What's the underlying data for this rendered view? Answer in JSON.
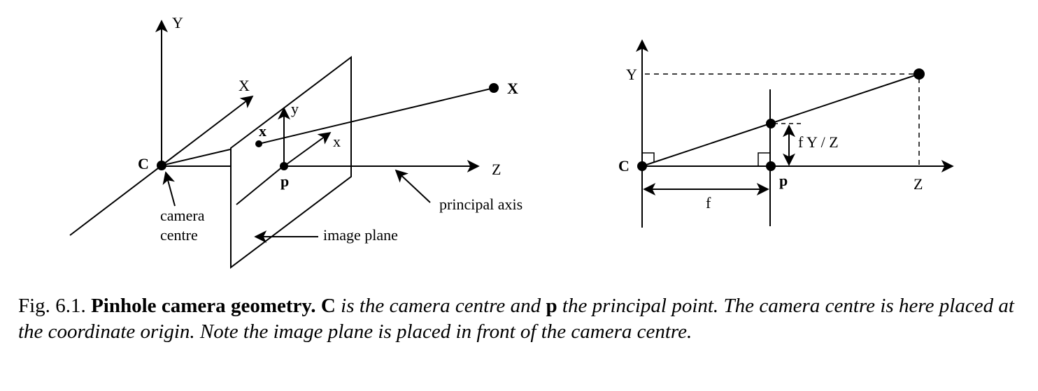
{
  "left_diagram": {
    "axis_Y": "Y",
    "axis_X": "X",
    "axis_Z": "Z",
    "camera_centre_point": "C",
    "camera_centre_label_line1": "camera",
    "camera_centre_label_line2": "centre",
    "image_point": "x",
    "image_axis_y": "y",
    "image_axis_x": "x",
    "principal_point": "p",
    "world_point": "X",
    "principal_axis_label": "principal axis",
    "image_plane_label": "image plane"
  },
  "right_diagram": {
    "axis_Y": "Y",
    "axis_Z": "Z",
    "camera_centre_point": "C",
    "principal_point": "p",
    "focal_length": "f",
    "projection_formula": "f Y / Z"
  },
  "caption": {
    "fig_number": "Fig. 6.1.",
    "title": "Pinhole camera geometry.",
    "symbol_C": "C",
    "text_1": "is the camera centre and",
    "symbol_p": "p",
    "text_2": "the principal point. The camera centre is here placed at the coordinate origin. Note the image plane is placed in front of the camera centre."
  }
}
